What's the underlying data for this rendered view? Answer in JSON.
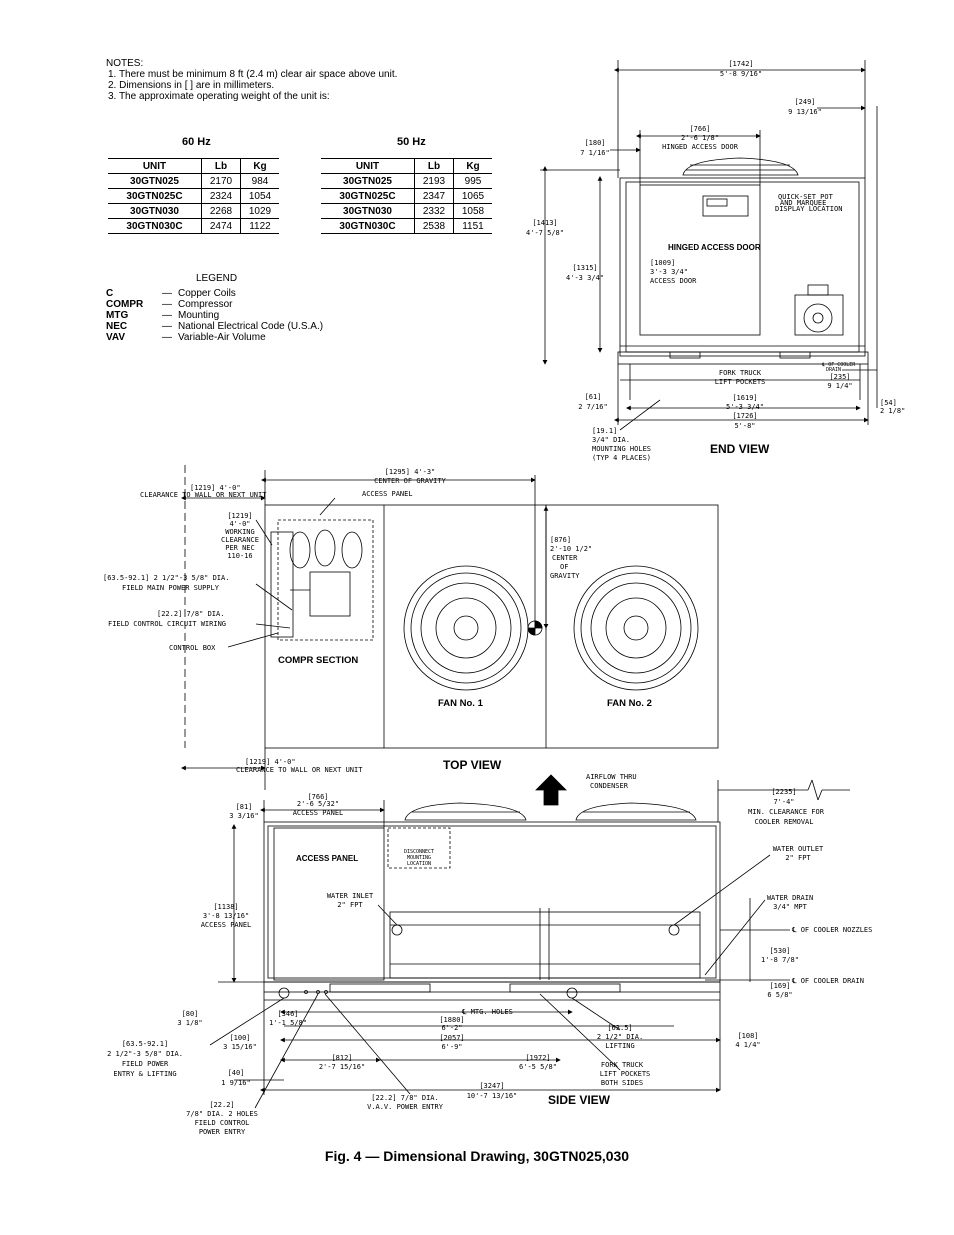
{
  "notes": {
    "title": "NOTES:",
    "items": [
      "1.  There must be minimum 8 ft (2.4 m) clear air space above unit.",
      "2.  Dimensions in [    ] are in millimeters.",
      "3.  The approximate operating weight of the unit is:"
    ]
  },
  "table_60": {
    "title": "60 Hz",
    "headers": [
      "UNIT",
      "Lb",
      "Kg"
    ],
    "rows": [
      [
        "30GTN025",
        "2170",
        "984"
      ],
      [
        "30GTN025C",
        "2324",
        "1054"
      ],
      [
        "30GTN030",
        "2268",
        "1029"
      ],
      [
        "30GTN030C",
        "2474",
        "1122"
      ]
    ]
  },
  "table_50": {
    "title": "50 Hz",
    "headers": [
      "UNIT",
      "Lb",
      "Kg"
    ],
    "rows": [
      [
        "30GTN025",
        "2193",
        "995"
      ],
      [
        "30GTN025C",
        "2347",
        "1065"
      ],
      [
        "30GTN030",
        "2332",
        "1058"
      ],
      [
        "30GTN030C",
        "2538",
        "1151"
      ]
    ]
  },
  "legend": {
    "title": "LEGEND",
    "items": [
      {
        "abbr": "C",
        "desc": "Copper Coils"
      },
      {
        "abbr": "COMPR",
        "desc": "Compressor"
      },
      {
        "abbr": "MTG",
        "desc": "Mounting"
      },
      {
        "abbr": "NEC",
        "desc": "National Electrical Code (U.S.A.)"
      },
      {
        "abbr": "VAV",
        "desc": "Variable-Air Volume"
      }
    ]
  },
  "end_view": {
    "title": "END VIEW",
    "d1742": "[1742]",
    "d1742b": "5'-8 9/16\"",
    "d249": "[249]",
    "d249b": "9 13/16\"",
    "d766": "[766]",
    "d766b": "2'-6 1/8\"",
    "d766c": "HINGED ACCESS DOOR",
    "d180": "[180]",
    "d180b": "7 1/16\"",
    "d1413": "[1413]",
    "d1413b": "4'-7 5/8\"",
    "d1315": "[1315]",
    "d1315b": "4'-3 3/4\"",
    "d1009": "[1009]",
    "d1009b": "3'-3 3/4\"",
    "d1009c": "ACCESS DOOR",
    "quick": "QUICK-SET POT",
    "quick2": "AND MARQUEE",
    "quick3": "DISPLAY LOCATION",
    "hinged_label": "HINGED ACCESS DOOR",
    "cooler_drain": "℄ OF COOLER",
    "cooler_drain2": "DRAIN",
    "fork": "FORK TRUCK",
    "fork2": "LIFT POCKETS",
    "d235": "[235]",
    "d235b": "9 1/4\"",
    "d61": "[61]",
    "d61b": "2 7/16\"",
    "d1619": "[1619]",
    "d1619b": "5'-3 3/4\"",
    "d54": "[54]",
    "d54b": "2 1/8\"",
    "d1726": "[1726]",
    "d1726b": "5'-8\"",
    "holes": "[19.1]",
    "holes2": "3/4\" DIA.",
    "holes3": "MOUNTING HOLES",
    "holes4": "(TYP 4 PLACES)"
  },
  "top_view": {
    "title": "TOP VIEW",
    "cg": "[1295] 4'-3\"",
    "cg2": "CENTER OF GRAVITY",
    "access": "ACCESS PANEL",
    "clear1": "[1219] 4'-0\"",
    "clear1b": "CLEARANCE TO WALL OR NEXT UNIT",
    "work": "[1219]",
    "work2": "4'-0\"",
    "work3": "WORKING",
    "work4": "CLEARANCE",
    "work5": "PER NEC",
    "work6": "110-16",
    "power": "[63.5-92.1] 2 1/2\"-3 5/8\" DIA.",
    "power2": "FIELD MAIN POWER SUPPLY",
    "ctrl": "[22.2] 7/8\" DIA.",
    "ctrl2": "FIELD CONTROL CIRCUIT WIRING",
    "box": "CONTROL BOX",
    "compr": "COMPR SECTION",
    "fan1": "FAN No. 1",
    "fan2": "FAN No. 2",
    "d876": "[876]",
    "d876b": "2'-10 1/2\"",
    "d876c": "CENTER",
    "d876d": "OF",
    "d876e": "GRAVITY",
    "clear2": "[1219] 4'-0\"",
    "clear2b": "CLEARANCE TO WALL OR NEXT UNIT",
    "airflow": "AIRFLOW THRU",
    "airflow2": "CONDENSER"
  },
  "side_view": {
    "title": "SIDE VIEW",
    "d81": "[81]",
    "d81b": "3 3/16\"",
    "d766": "[766]",
    "d766b": "2'-6 5/32\"",
    "d766c": "ACCESS PANEL",
    "d2235": "[2235]",
    "d2235b": "7'-4\"",
    "d2235c": "MIN. CLEARANCE FOR",
    "d2235d": "COOLER REMOVAL",
    "access_panel": "ACCESS PANEL",
    "disc": "DISCONNECT",
    "disc2": "MOUNTING",
    "disc3": "LOCATION",
    "d1138": "[1138]",
    "d1138b": "3'-8 13/16\"",
    "d1138c": "ACCESS PANEL",
    "inlet": "WATER INLET",
    "inlet2": "2\" FPT",
    "outlet": "WATER OUTLET",
    "outlet2": "2\" FPT",
    "wdrain": "WATER DRAIN",
    "wdrain2": "3/4\" MPT",
    "nozzles": "℄ OF COOLER NOZZLES",
    "d530": "[530]",
    "d530b": "1'-8 7/8\"",
    "cdrain": "℄ OF COOLER DRAIN",
    "d169": "[169]",
    "d169b": "6 5/8\"",
    "d80": "[80]",
    "d80b": "3 1/8\"",
    "d346": "[346]",
    "d346b": "1'-1 5/8\"",
    "mtg": "℄ MTG. HOLES",
    "d635": "[63.5]",
    "d635b": "2 1/2\" DIA.",
    "d635c": "LIFTING",
    "d1880": "[1880]",
    "d1880b": "6'-2\"",
    "d2057": "[2057]",
    "d2057b": "6'-9\"",
    "d108": "[108]",
    "d108b": "4 1/4\"",
    "pwr": "[63.5-92.1]",
    "pwr2": "2 1/2\"-3 5/8\" DIA.",
    "pwr3": "FIELD POWER",
    "pwr4": "ENTRY & LIFTING",
    "d100": "[100]",
    "d100b": "3 15/16\"",
    "d812": "[812]",
    "d812b": "2'-7 15/16\"",
    "d1972": "[1972]",
    "d1972b": "6'-5 5/8\"",
    "fork": "FORK TRUCK",
    "fork2": "LIFT POCKETS",
    "fork3": "BOTH SIDES",
    "d40": "[40]",
    "d40b": "1 9/16\"",
    "d3247": "[3247]",
    "d3247b": "10'-7 13/16\"",
    "d222": "[22.2]",
    "d222b": "7/8\" DIA. 2 HOLES",
    "d222c": "FIELD CONTROL",
    "d222d": "POWER ENTRY",
    "vav": "[22.2] 7/8\" DIA.",
    "vav2": "V.A.V. POWER ENTRY"
  },
  "caption": "Fig. 4 — Dimensional Drawing, 30GTN025,030"
}
